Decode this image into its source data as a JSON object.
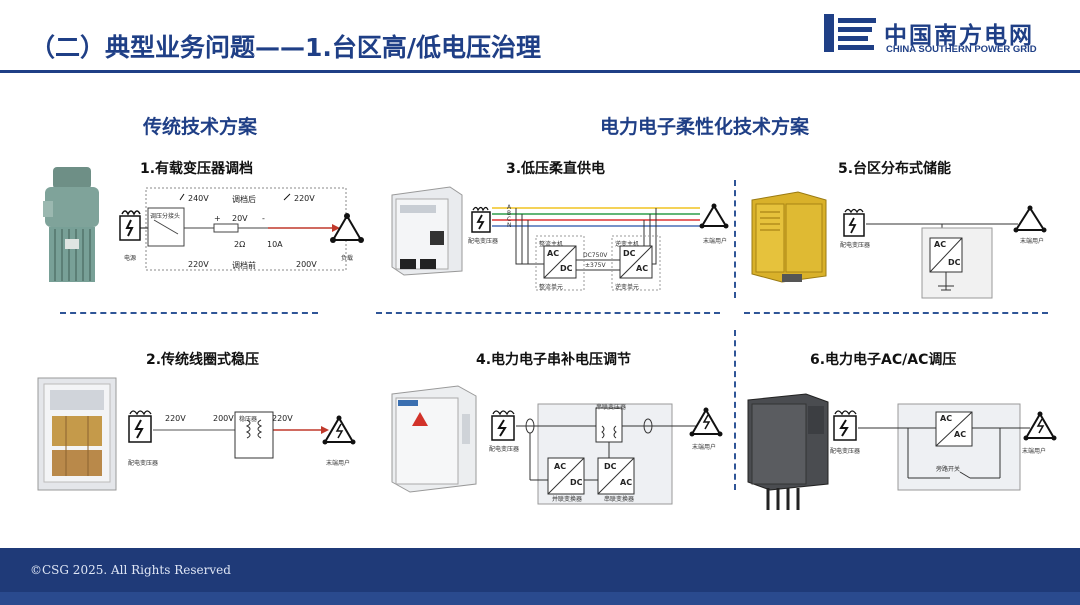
{
  "title": "（二）典型业务问题——1.台区高/低电压治理",
  "logo": {
    "cn": "中国南方电网",
    "en": "CHINA SOUTHERN POWER GRID"
  },
  "sections": {
    "traditional": "传统技术方案",
    "power_electronics": "电力电子柔性化技术方案"
  },
  "panels": {
    "p1": {
      "title": "1.有载变压器调档",
      "labels": {
        "v240": "240V",
        "after": "调档后",
        "v220top": "220V",
        "switch": "调压分接头",
        "plus": "+",
        "v20": "20V",
        "minus": "-",
        "ohm": "2Ω",
        "amp": "10A",
        "v220bot": "220V",
        "before": "调档前",
        "v200": "200V",
        "source": "电源",
        "load": "负载"
      }
    },
    "p2": {
      "title": "2.传统线圈式稳压",
      "labels": {
        "v220a": "220V",
        "v200": "200V",
        "v220b": "220V",
        "reg": "稳压器",
        "xfmr": "配电变压器",
        "user": "末端用户"
      }
    },
    "p3": {
      "title": "3.低压柔直供电",
      "labels": {
        "xfmr": "配电变压器",
        "user": "末端用户",
        "a": "A",
        "b": "B",
        "c": "C",
        "n": "N",
        "conv1": "整流主机",
        "conv2": "逆变主机",
        "ac": "AC",
        "dc": "DC",
        "dc2": "DC",
        "ac2": "AC",
        "link": "DC750V",
        "link2": "±375V",
        "u1": "整流单元",
        "u2": "逆变单元"
      }
    },
    "p4": {
      "title": "4.电力电子串补电压调节",
      "labels": {
        "xfmr": "配电变压器",
        "user": "末端用户",
        "series": "串联变压器",
        "ac": "AC",
        "dc": "DC",
        "dc2": "DC",
        "ac2": "AC",
        "u1": "并联变换器",
        "u2": "串联变换器"
      }
    },
    "p5": {
      "title": "5.台区分布式储能",
      "labels": {
        "xfmr": "配电变压器",
        "user": "末端用户",
        "ac": "AC",
        "dc": "DC"
      }
    },
    "p6": {
      "title": "6.电力电子AC/AC调压",
      "labels": {
        "xfmr": "配电变压器",
        "user": "末端用户",
        "ac": "AC",
        "ac2": "AC",
        "bypass": "旁路开关"
      }
    }
  },
  "footer": {
    "copyright": "©CSG 2025. All Rights Reserved"
  },
  "colors": {
    "brand": "#1f3f86",
    "footer": "#1f3a78",
    "dash": "#2f5597",
    "arrow_red": "#c0392b"
  }
}
